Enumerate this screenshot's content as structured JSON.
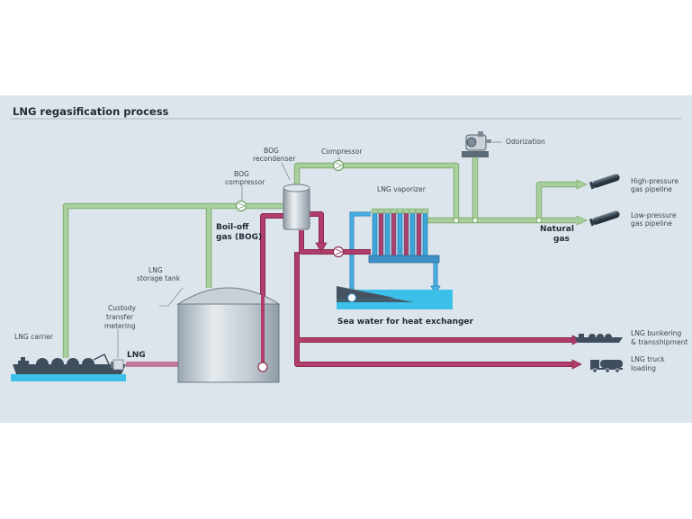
{
  "title": "LNG regasification process",
  "labels": {
    "odorization": "Odorization",
    "compressor": "Compressor",
    "bog_recondenser": [
      "BOG",
      "recondenser"
    ],
    "bog_compressor": [
      "BOG",
      "compressor"
    ],
    "boil_off_gas": [
      "Boil-off",
      "gas (BOG)"
    ],
    "lng_vaporizer": "LNG vaporizer",
    "lng_storage_tank": [
      "LNG",
      "storage tank"
    ],
    "natural_gas": [
      "Natural",
      "gas"
    ],
    "high_pressure_pipeline": [
      "High-pressure",
      "gas pipeline"
    ],
    "low_pressure_pipeline": [
      "Low-pressure",
      "gas pipeline"
    ],
    "sea_water": "Sea water for heat exchanger",
    "lng_carrier": "LNG carrier",
    "custody_transfer": [
      "Custody",
      "transfer",
      "metering"
    ],
    "lng_flow": "LNG",
    "lng_bunkering": [
      "LNG bunkering",
      "& transshipment"
    ],
    "lng_truck": [
      "LNG truck",
      "loading"
    ]
  },
  "colors": {
    "background": "#dde5ec",
    "gas_pipe": "#a8cf9c",
    "gas_pipe_edge": "#7fae72",
    "lng_pipe": "#b03d6a",
    "lng_pipe_edge": "#8a2a50",
    "water": "#3fa6dc",
    "sea": "#3cc0ea",
    "equipment": "#3e4e5c"
  },
  "icons": [
    "ship-icon",
    "pipeline-icon",
    "truck-icon",
    "tank-icon",
    "vaporizer-icon",
    "compressor-icon",
    "odorizer-icon",
    "meter-icon"
  ]
}
